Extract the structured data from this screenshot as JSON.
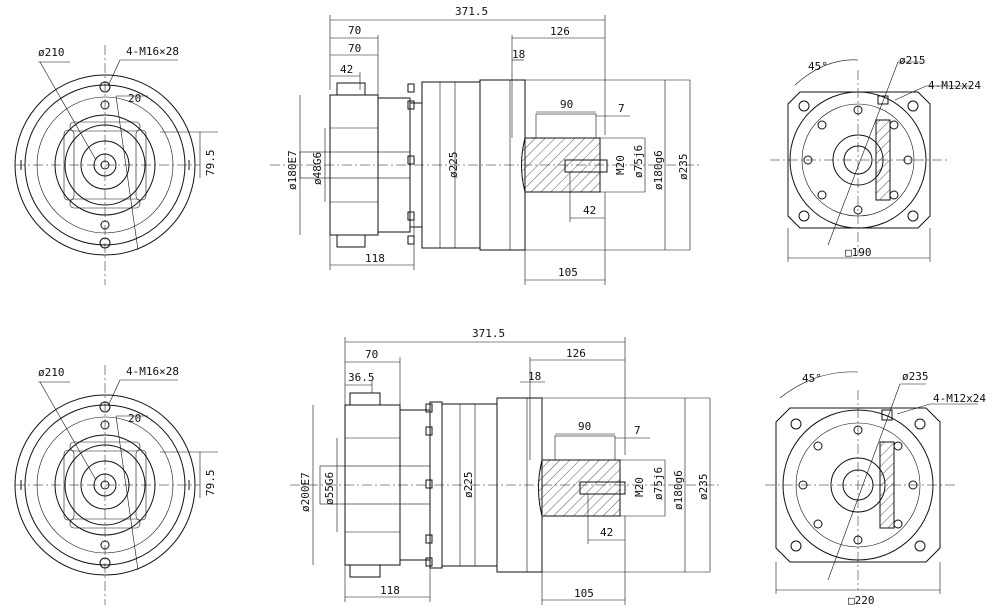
{
  "top": {
    "left_view": {
      "dia_pcd": "ø210",
      "thread": "4-M16×28",
      "dim_20": "20",
      "dim_79_5": "79.5"
    },
    "side_view": {
      "overall": "371.5",
      "d70a": "70",
      "d70b": "70",
      "d42": "42",
      "d126": "126",
      "d18": "18",
      "d90": "90",
      "d7": "7",
      "d118": "118",
      "d105": "105",
      "d42b": "42",
      "pilot": "ø180E7",
      "shaft_in": "ø48G6",
      "body": "ø225",
      "thread_m": "M20",
      "shaft_out": "ø75j6",
      "flange_pilot": "ø180g6",
      "flange_od": "ø235"
    },
    "right_view": {
      "angle": "45°",
      "pcd": "ø215",
      "thread": "4-M12x24",
      "square": "□190"
    }
  },
  "bottom": {
    "left_view": {
      "dia_pcd": "ø210",
      "thread": "4-M16×28",
      "dim_20": "20",
      "dim_79_5": "79.5"
    },
    "side_view": {
      "overall": "371.5",
      "d70": "70",
      "d36_5": "36.5",
      "d126": "126",
      "d18": "18",
      "d90": "90",
      "d7": "7",
      "d118": "118",
      "d105": "105",
      "d42b": "42",
      "pilot": "ø200E7",
      "shaft_in": "ø55G6",
      "body": "ø225",
      "thread_m": "M20",
      "shaft_out": "ø75j6",
      "flange_pilot": "ø180g6",
      "flange_od": "ø235"
    },
    "right_view": {
      "angle": "45°",
      "pcd": "ø235",
      "thread": "4-M12x24",
      "square": "□220"
    }
  }
}
